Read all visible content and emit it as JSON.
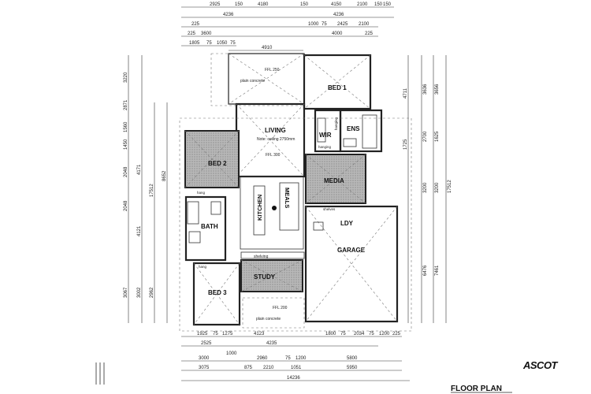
{
  "plan": {
    "title": "FLOOR PLAN",
    "logo": "ASCOT",
    "rooms": {
      "bed1": "BED 1",
      "wir": "WIR",
      "ens": "ENS",
      "living": "LIVING",
      "bed2": "BED 2",
      "media": "MEDIA",
      "kitchen": "KITCHEN",
      "meals": "MEALS",
      "bath": "BATH",
      "ldy": "LDY",
      "garage": "GARAGE",
      "study": "STUDY",
      "bed3": "BED 3"
    },
    "notes": {
      "ffl_top": "FFL 250",
      "plain_concrete_top": "plain concrete",
      "ceiling_note": "Note: ceiling 2750mm",
      "ffl_living": "FFL 300",
      "hanging_wir": "hanging",
      "hanging_wir2": "hanging",
      "shelves_media": "shelves",
      "hang_bed2": "hang",
      "shelving": "shelving",
      "hang_bed3": "hang",
      "ffl_bottom": "FFL 200",
      "plain_concrete_bottom": "plain concrete"
    },
    "dims_top": {
      "r1": [
        "2925",
        "150",
        "4180",
        "150",
        "4150",
        "2100",
        "150",
        "150"
      ],
      "r2": [
        "4236",
        "4236"
      ],
      "r3": [
        "225",
        "1000",
        "75",
        "2425",
        "2100"
      ],
      "r4": [
        "225",
        "3600",
        "4000",
        "225"
      ],
      "r5": [
        "1805",
        "75",
        "1050",
        "75"
      ],
      "living_width": "4910"
    },
    "dims_bottom": {
      "r1": [
        "1925",
        "75",
        "1275",
        "4123",
        "1800",
        "75",
        "2034",
        "75",
        "1200",
        "225"
      ],
      "r2": [
        "2525",
        "1000",
        "4235"
      ],
      "r3": [
        "3000",
        "2960",
        "75",
        "1200",
        "5800"
      ],
      "r4": [
        "3075",
        "875",
        "2210",
        "1051",
        "5950"
      ],
      "total": "14236"
    },
    "dims_left": [
      "3220",
      "2871",
      "1560",
      "1450",
      "2048",
      "4171",
      "2048",
      "4121",
      "3067",
      "3002",
      "2962",
      "8652",
      "17512"
    ],
    "dims_right": [
      "4711",
      "3636",
      "3656",
      "1725",
      "2700",
      "1625",
      "3200",
      "3200",
      "6476",
      "7461",
      "17512"
    ]
  }
}
